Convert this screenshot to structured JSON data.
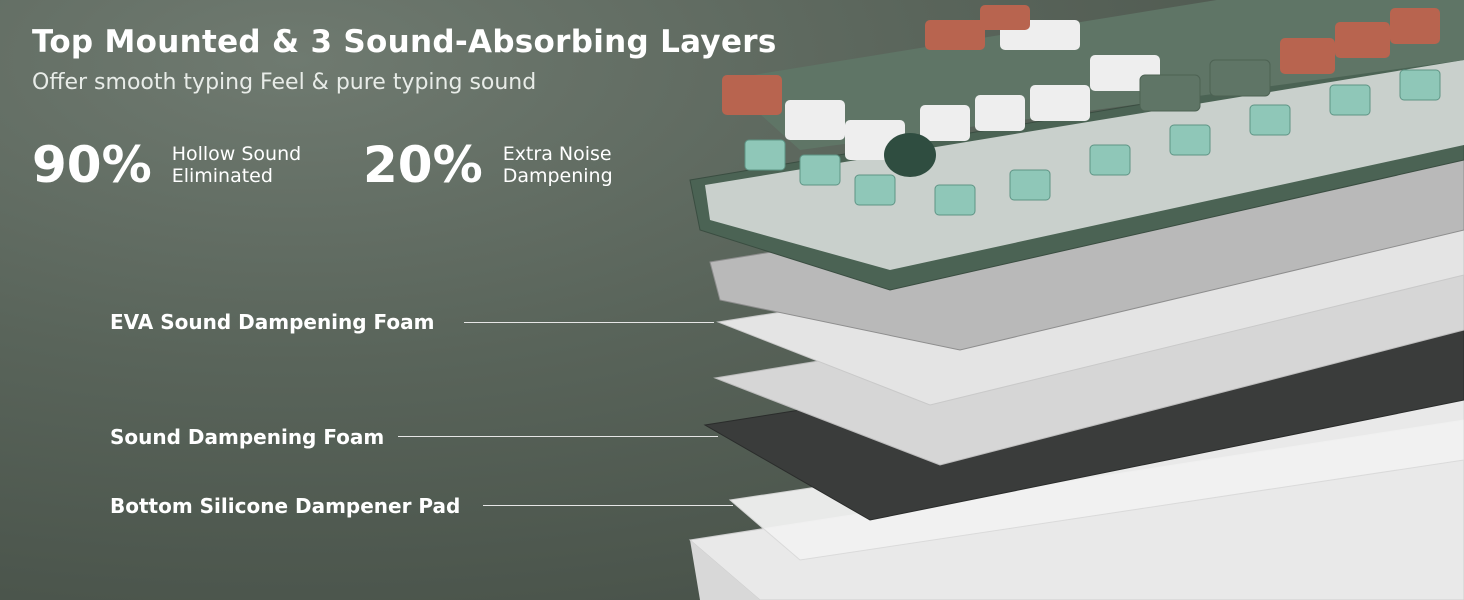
{
  "header": {
    "title": "Top Mounted & 3 Sound-Absorbing Layers",
    "subtitle": "Offer smooth typing Feel & pure typing sound"
  },
  "stats": [
    {
      "value": "90%",
      "line1": "Hollow Sound",
      "line2": "Eliminated"
    },
    {
      "value": "20%",
      "line1": "Extra Noise",
      "line2": "Dampening"
    }
  ],
  "layers": [
    {
      "label": "EVA Sound Dampening Foam"
    },
    {
      "label": "Sound Dampening Foam"
    },
    {
      "label": "Bottom Silicone Dampener Pad"
    }
  ],
  "colors": {
    "background": "#59645a",
    "key_green": "#5f7566",
    "key_orange": "#b8644f",
    "key_white": "#eeeeee",
    "switch_teal": "#8fc7b8"
  }
}
